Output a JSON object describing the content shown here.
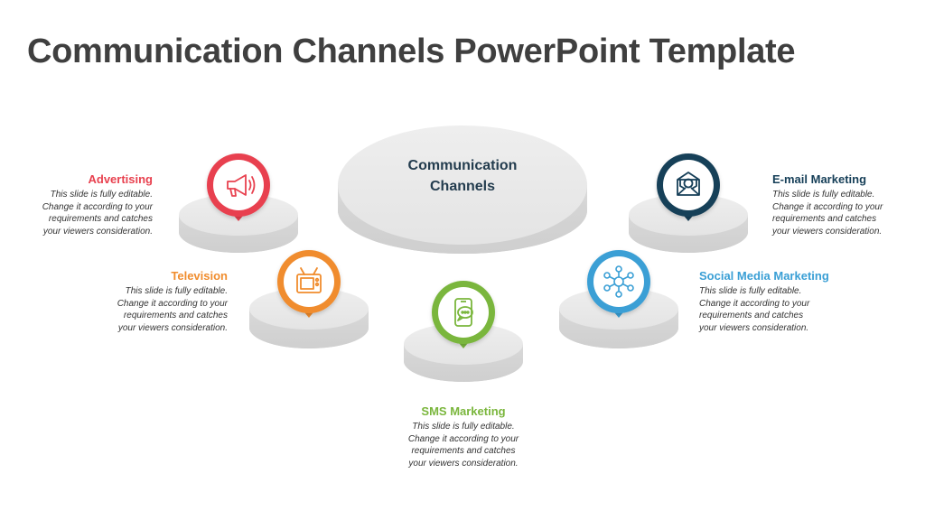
{
  "title": "Communication Channels PowerPoint Template",
  "center": {
    "line1": "Communication",
    "line2": "Channels"
  },
  "channels": [
    {
      "id": "advertising",
      "name": "Advertising",
      "color": "#e8414f",
      "icon": "megaphone-icon",
      "desc": [
        "This slide is fully editable.",
        "Change it according to your",
        "requirements and catches",
        "your viewers consideration."
      ]
    },
    {
      "id": "television",
      "name": "Television",
      "color": "#f08c2d",
      "icon": "tv-icon",
      "desc": [
        "This slide is fully editable.",
        "Change it according to your",
        "requirements and catches",
        "your viewers consideration."
      ]
    },
    {
      "id": "sms",
      "name": "SMS Marketing",
      "color": "#7ab63c",
      "icon": "smartphone-icon",
      "desc": [
        "This slide is fully editable.",
        "Change it according to your",
        "requirements and catches",
        "your viewers consideration."
      ]
    },
    {
      "id": "social",
      "name": "Social Media Marketing",
      "color": "#3a9fd5",
      "icon": "network-icon",
      "desc": [
        "This slide is fully editable.",
        "Change it according to your",
        "requirements and catches",
        "your viewers consideration."
      ]
    },
    {
      "id": "email",
      "name": "E-mail Marketing",
      "color": "#163f58",
      "icon": "email-icon",
      "desc": [
        "This slide is fully editable.",
        "Change it according to your",
        "requirements and catches",
        "your viewers consideration."
      ]
    }
  ]
}
